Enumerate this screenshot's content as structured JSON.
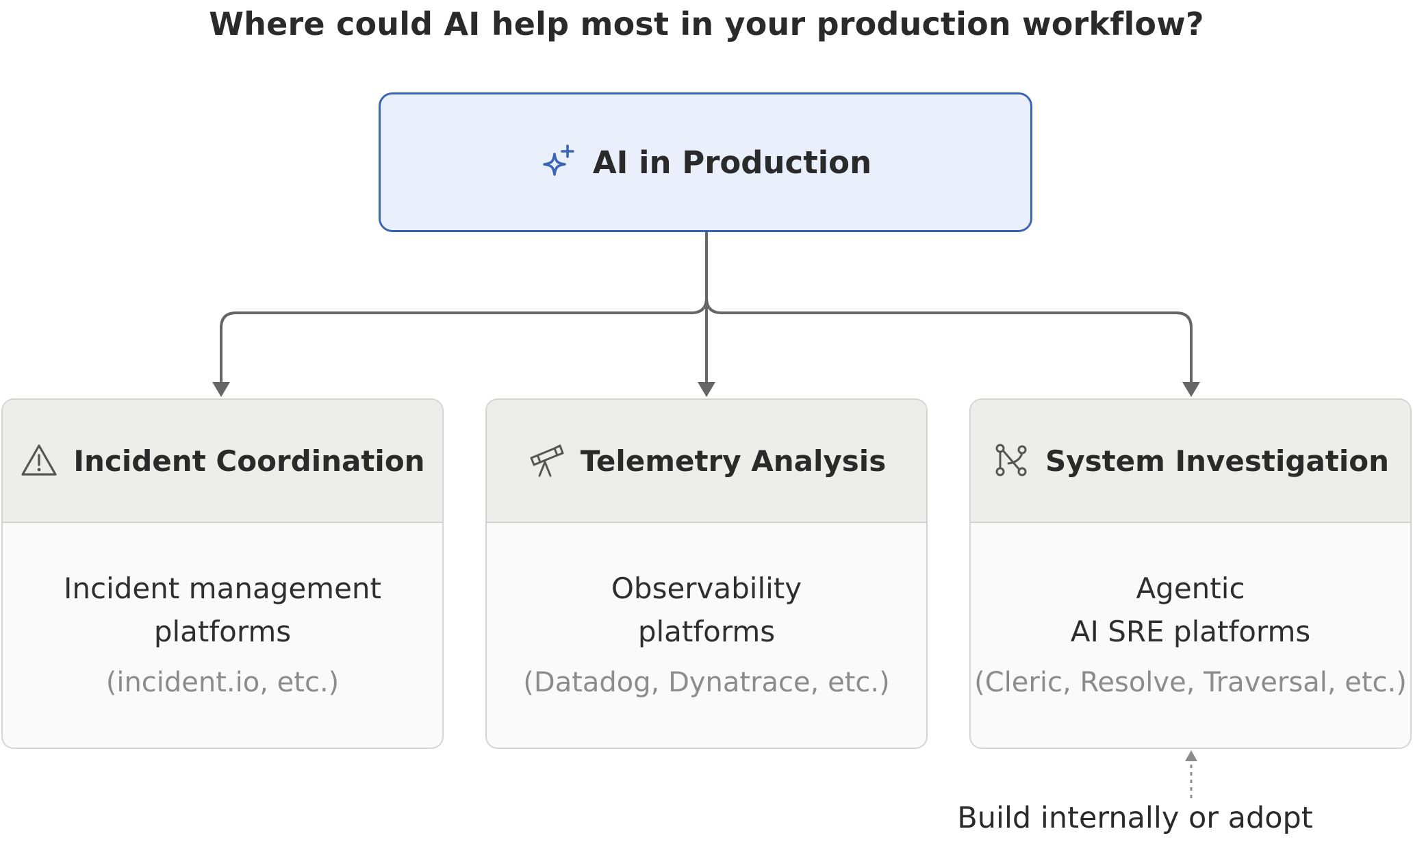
{
  "title": "Where could AI help most in your production workflow?",
  "root": {
    "label": "AI in Production",
    "icon": "sparkle-icon"
  },
  "categories": [
    {
      "title": "Incident Coordination",
      "icon": "warning-triangle-icon",
      "lines": [
        "Incident management",
        "platforms"
      ],
      "examples": "(incident.io, etc.)"
    },
    {
      "title": "Telemetry Analysis",
      "icon": "telescope-icon",
      "lines": [
        "Observability",
        "platforms"
      ],
      "examples": "(Datadog, Dynatrace, etc.)"
    },
    {
      "title": "System Investigation",
      "icon": "graph-nodes-icon",
      "lines": [
        "Agentic",
        "AI SRE platforms"
      ],
      "examples": "(Cleric, Resolve, Traversal, etc.)"
    }
  ],
  "note": "Build internally or adopt",
  "colors": {
    "root_fill": "#e9f0fb",
    "root_border": "#3a64b4",
    "accent_icon": "#3a64b4",
    "connector": "#666666",
    "card_header": "#ededeb",
    "card_body": "#fafafa",
    "muted_text": "#8c8c8c"
  }
}
